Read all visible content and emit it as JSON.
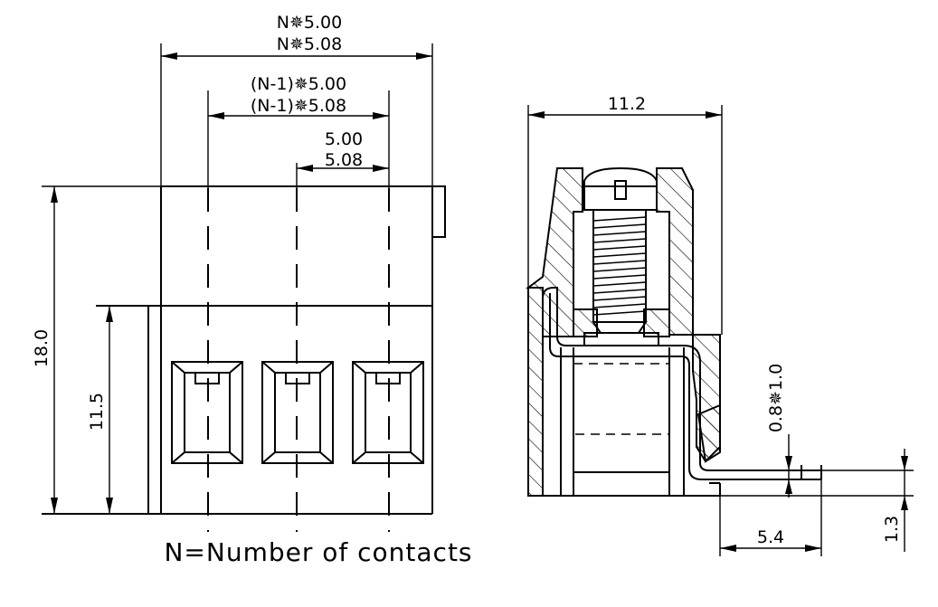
{
  "front_view": {
    "overall_pitch_label_1": "N✵5.00",
    "overall_pitch_label_2": "N✵5.08",
    "span_pitch_label_1": "(N-1)✵5.00",
    "span_pitch_label_2": "(N-1)✵5.08",
    "pitch_label_1": "5.00",
    "pitch_label_2": "5.08",
    "height_label": "18.0",
    "front_height_label": "11.5",
    "note": "N=Number of contacts"
  },
  "side_view": {
    "depth_label": "11.2",
    "pin_label": "0.8✵1.0",
    "pin_offset_label": "5.4",
    "pin_height_label": "1.3"
  },
  "colors": {
    "line": "#000000",
    "background": "#ffffff"
  }
}
